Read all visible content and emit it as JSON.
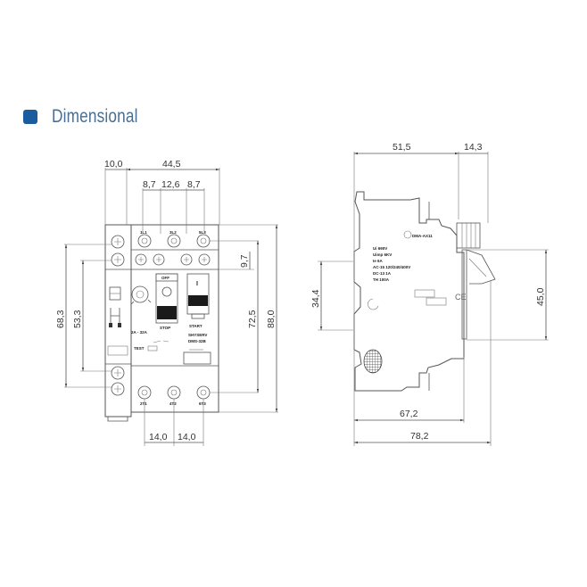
{
  "header": {
    "title": "Dimensional",
    "bullet_color": "#1b5c9e",
    "title_color": "#4a6e92"
  },
  "front_view": {
    "dims": {
      "width_left": "10,0",
      "width_main": "44,5",
      "pitch_1": "8,7",
      "pitch_2": "12,6",
      "pitch_3": "8,7",
      "terminal_offset": "9,7",
      "height_inner": "72,5",
      "height_total": "88,0",
      "left_outer": "68,3",
      "left_inner": "53,3",
      "bottom_pitch_1": "14,0",
      "bottom_pitch_2": "14,0"
    },
    "labels": {
      "top_terminals": [
        "1L1",
        "3L2",
        "5L3"
      ],
      "bottom_terminals": [
        "2T1",
        "4T2",
        "6T3"
      ],
      "off": "OFF",
      "stop": "STOP",
      "start": "START",
      "range": "2A - 32A",
      "brand": "SHYSERV",
      "model": "DMS-32B",
      "test": "TEST",
      "on_symbol": "I"
    }
  },
  "side_view": {
    "dims": {
      "depth_main": "51,5",
      "depth_extra": "14,3",
      "rail_height": "34,4",
      "front_height": "45,0",
      "depth_body": "67,2",
      "depth_total": "78,2"
    },
    "labels": {
      "model": "DMA-AX11",
      "ce": "CE",
      "spec_lines": [
        "Ui 690V",
        "Uimp 6KV",
        "Ie 6A",
        "AC-15 120/240/400V",
        "DC-13 1A",
        "TH 100A"
      ]
    }
  }
}
